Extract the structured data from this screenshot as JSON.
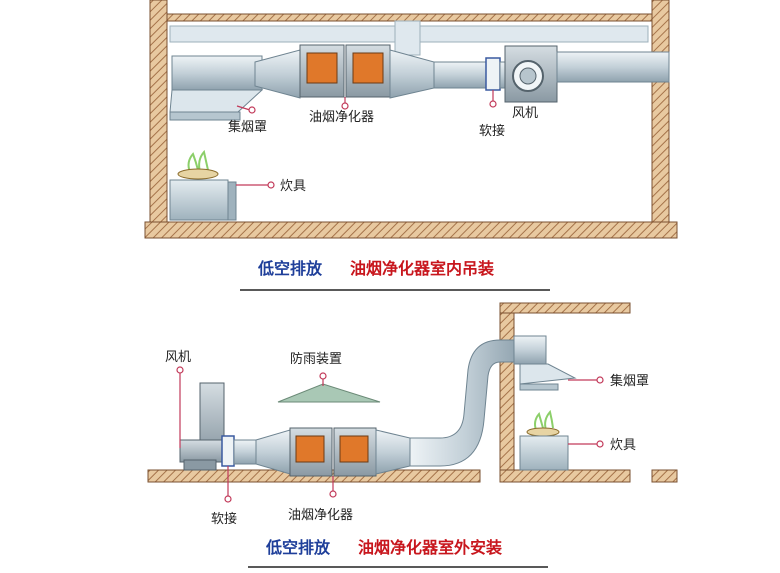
{
  "top": {
    "labels": {
      "hood": "集烟罩",
      "purifier": "油烟净化器",
      "fan": "风机",
      "soft_joint": "软接",
      "stove": "炊具"
    },
    "caption": {
      "part1": "低空排放",
      "part2": "油烟净化器室内吊装"
    }
  },
  "bottom": {
    "labels": {
      "fan": "风机",
      "rain_guard": "防雨装置",
      "hood": "集烟罩",
      "stove": "炊具",
      "soft_joint": "软接",
      "purifier": "油烟净化器"
    },
    "caption": {
      "part1": "低空排放",
      "part2": "油烟净化器室外安装"
    }
  },
  "colors": {
    "wall": "#d9b48a",
    "duct": "#c9d6dd",
    "unit_window": "#e0782a",
    "caption_blue": "#1f3f9a",
    "caption_red": "#c8161d",
    "pin": "#c23a5a"
  }
}
